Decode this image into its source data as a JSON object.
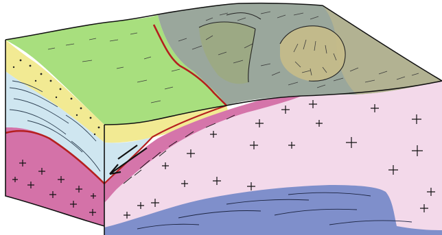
{
  "diagram": {
    "type": "geologic-block-diagram",
    "colors": {
      "background": "#ffffff",
      "surface_green": "#a8df7e",
      "surface_olive": "#9ca980",
      "surface_tan": "#c7bc8a",
      "surface_grey": "#9aa79c",
      "sandstone_yellow": "#f2ea93",
      "schist_blue": "#cfe6f0",
      "granite_pink": "#f3d9ea",
      "granite_magenta": "#c84a8f",
      "basement_blue": "#7f8fcb",
      "fault_red": "#b51f1f",
      "ink": "#111111"
    },
    "symbols": [
      "granite-cross",
      "schist-foliation",
      "sandstone-dot",
      "fault-slip-arrow"
    ]
  }
}
